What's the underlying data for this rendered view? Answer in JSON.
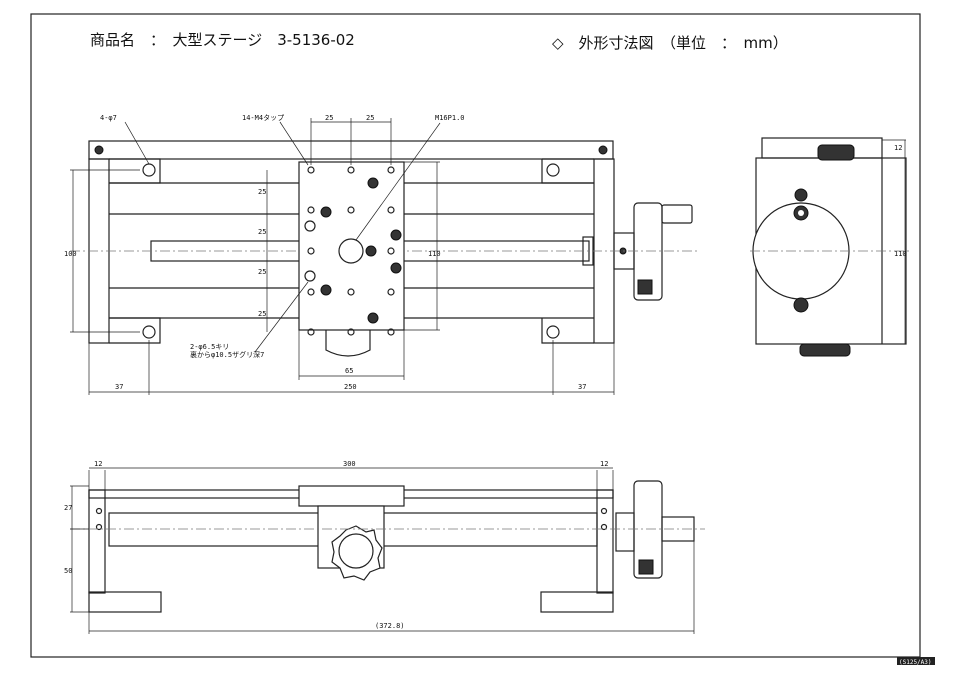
{
  "header": {
    "product_label": "商品名　：　大型ステージ　3-5136-02",
    "view_label": "◇　外形寸法図　（単位　：　mm）"
  },
  "top_view": {
    "hole_note": "4-φ7",
    "tap_note": "14-M4タップ",
    "thread_note": "M16P1.0",
    "counterbore_note_1": "2-φ6.5キリ",
    "counterbore_note_2": "裏からφ10.5ザグリ深7",
    "dims": {
      "pitch_x_1": "25",
      "pitch_x_2": "25",
      "pitch_y_1": "25",
      "pitch_y_2": "25",
      "pitch_y_3": "25",
      "pitch_y_4": "25",
      "base_height": "100",
      "table_height": "110",
      "table_width": "65",
      "overall_length": "250",
      "left_offset": "37",
      "right_offset": "37"
    }
  },
  "side_view": {
    "dims": {
      "top": "12",
      "height": "110"
    }
  },
  "front_view": {
    "dims": {
      "left_end": "12",
      "travel": "300",
      "right_end": "12",
      "upper_height": "27",
      "lower_height": "50",
      "overall": "(372.8)"
    }
  },
  "footer": {
    "scale_tag": "(S125/A3)"
  }
}
